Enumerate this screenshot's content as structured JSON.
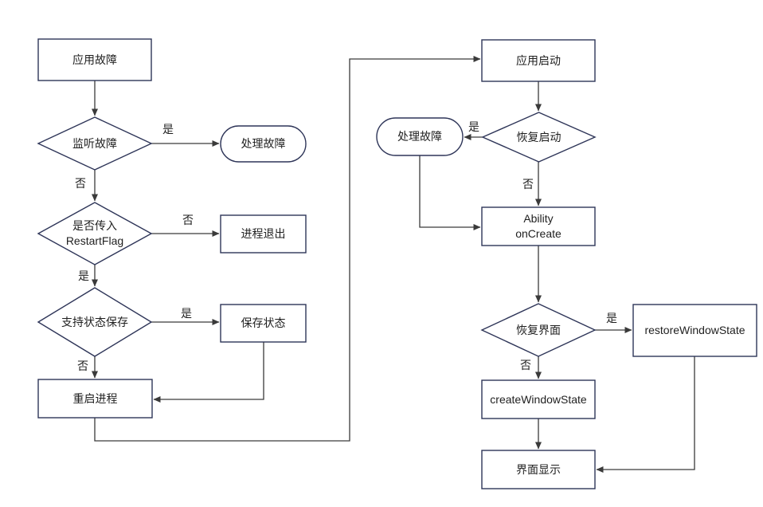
{
  "colors": {
    "background": "#ffffff",
    "shape_border": "#2e3558",
    "connector": "#3a3a3a",
    "text": "#1f1f1f"
  },
  "edge_labels": {
    "yes": "是",
    "no": "否"
  },
  "nodes": {
    "app_fault": "应用故障",
    "listen_fault": "监听故障",
    "handle_fault_left": "处理故障",
    "restart_flag_q_line1": "是否传入",
    "restart_flag_q_line2": "RestartFlag",
    "process_exit": "进程退出",
    "support_state_save": "支持状态保存",
    "save_state": "保存状态",
    "restart_process": "重启进程",
    "app_start": "应用启动",
    "recover_start": "恢复启动",
    "handle_fault_right": "处理故障",
    "ability_line1": "Ability",
    "ability_line2": "onCreate",
    "recover_ui": "恢复界面",
    "restore_window_state": "restoreWindowState",
    "create_window_state": "createWindowState",
    "ui_display": "界面显示"
  }
}
